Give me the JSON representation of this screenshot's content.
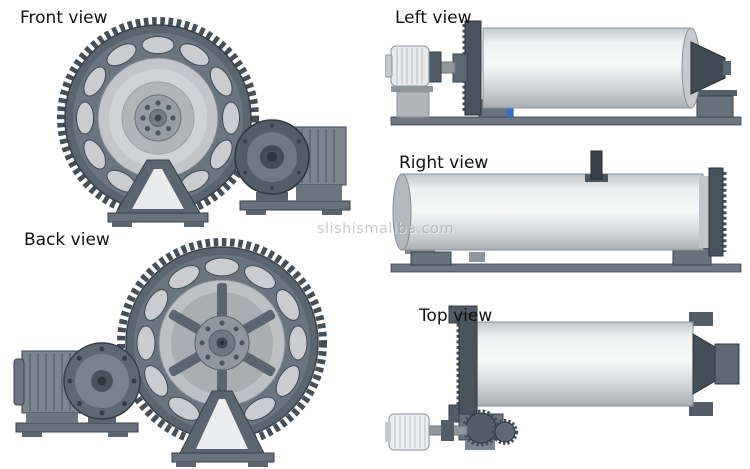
{
  "views": {
    "front": {
      "label": "Front view"
    },
    "back": {
      "label": "Back view"
    },
    "left": {
      "label": "Left view"
    },
    "right": {
      "label": "Right view"
    },
    "top": {
      "label": "Top view"
    }
  },
  "watermark": {
    "text": "slishismaliba.com"
  },
  "colors": {
    "background": "#ffffff",
    "steel_dark": "#5a656f",
    "steel_mid": "#7c868f",
    "steel_light": "#e9ebec",
    "gear_dark": "#49535c",
    "accent_blue": "#2e6fd6",
    "label_text": "#111111"
  }
}
